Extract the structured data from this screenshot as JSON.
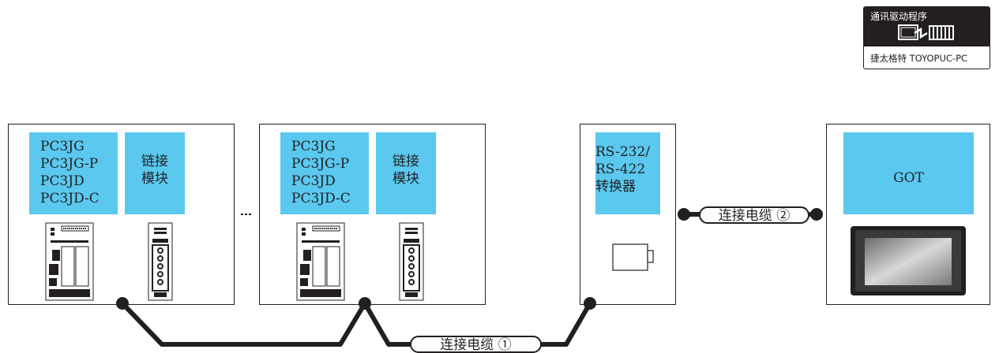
{
  "driver": {
    "title": "通讯驱动程序",
    "footer": "捷太格特 TOYOPUC-PC"
  },
  "plc_group_1": {
    "cpu_models": [
      "PC3JG",
      "PC3JG-P",
      "PC3JD",
      "PC3JD-C"
    ],
    "link_module": [
      "链接",
      "模块"
    ]
  },
  "plc_group_2": {
    "cpu_models": [
      "PC3JG",
      "PC3JG-P",
      "PC3JD",
      "PC3JD-C"
    ],
    "link_module": [
      "链接",
      "模块"
    ]
  },
  "converter": {
    "label": [
      "RS-232/",
      "RS-422",
      "转换器"
    ]
  },
  "got": {
    "label": "GOT"
  },
  "cables": {
    "cable_1": "连接电缆 ①",
    "cable_2": "连接电缆 ②"
  },
  "colors": {
    "accent": "#5ac8ef",
    "line": "#231f20"
  },
  "icons": [
    "plc-cpu-icon",
    "link-module-icon",
    "converter-icon",
    "got-screen-icon",
    "driver-icon"
  ]
}
